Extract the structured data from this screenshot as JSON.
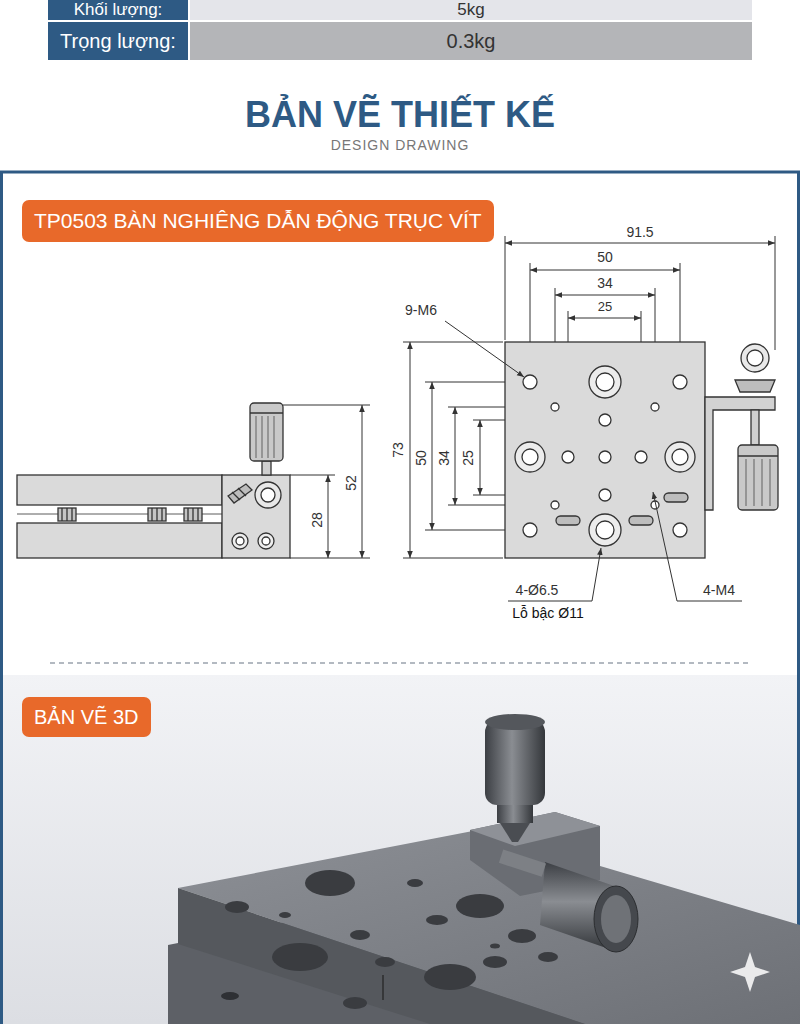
{
  "diagram": {
    "title": "BẢN VẼ THIẾT KẾ",
    "nodes": [
      {
        "text": [
          "TP0503 BÀN NGHIÊNG DẪN ĐỘNG TRỤC VÍT"
        ]
      },
      {
        "text": [
          "BẢN VẼ 3D"
        ]
      }
    ],
    "labels": [
      "Khối lượng:",
      "5kg",
      "Trọng lượng:",
      "0.3kg",
      "DESIGN DRAWING",
      "91.5",
      "50",
      "34",
      "25",
      "9-M6",
      "73",
      "50",
      "34",
      "25",
      "52",
      "28",
      "4-Ø6.5",
      "Lỗ bậc Ø11",
      "4-M4"
    ]
  }
}
